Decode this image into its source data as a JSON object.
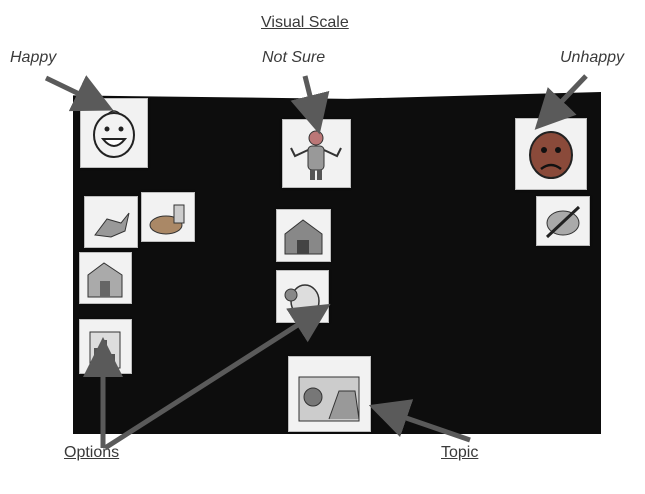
{
  "labels": {
    "title": "Visual Scale",
    "happy": "Happy",
    "not_sure": "Not Sure",
    "unhappy": "Unhappy",
    "options": "Options",
    "topic": "Topic"
  },
  "colors": {
    "board": "#0d0d0d",
    "card": "#f2f2f2",
    "arrow": "#5a5a5a",
    "text": "#3a3a3a"
  },
  "icons": [
    "happy-face-icon",
    "shrugging-person-icon",
    "unhappy-face-icon",
    "animal-icon",
    "food-icon",
    "building-icon",
    "house-icon",
    "head-icon",
    "vertical-chart-icon",
    "playground-icon",
    "crossed-out-food-icon"
  ]
}
